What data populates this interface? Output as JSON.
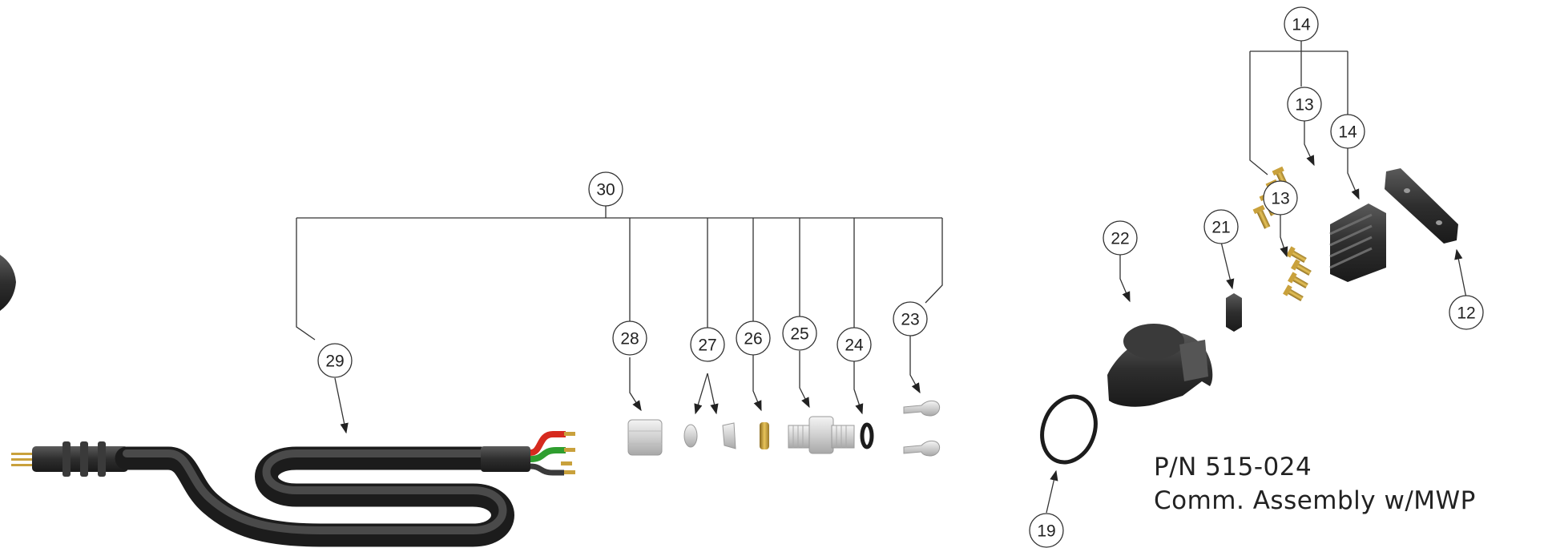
{
  "part_info": {
    "part_number": "P/N 515-024",
    "description": "Comm. Assembly w/MWP"
  },
  "callouts": [
    {
      "id": "callout-30",
      "label": "30"
    },
    {
      "id": "callout-29",
      "label": "29"
    },
    {
      "id": "callout-28",
      "label": "28"
    },
    {
      "id": "callout-27",
      "label": "27"
    },
    {
      "id": "callout-26",
      "label": "26"
    },
    {
      "id": "callout-25",
      "label": "25"
    },
    {
      "id": "callout-24",
      "label": "24"
    },
    {
      "id": "callout-23",
      "label": "23"
    },
    {
      "id": "callout-22",
      "label": "22"
    },
    {
      "id": "callout-21",
      "label": "21"
    },
    {
      "id": "callout-19",
      "label": "19"
    },
    {
      "id": "callout-14-top",
      "label": "14"
    },
    {
      "id": "callout-14",
      "label": "14"
    },
    {
      "id": "callout-13-upper",
      "label": "13"
    },
    {
      "id": "callout-13-lower",
      "label": "13"
    },
    {
      "id": "callout-12",
      "label": "12"
    }
  ],
  "colors": {
    "part_dark": "#2b2b2b",
    "brass": "#c9a13c",
    "metal": "#d9d9d9",
    "wire_red": "#d62a1e",
    "wire_green": "#2f9e2f",
    "wire_black": "#333333"
  }
}
